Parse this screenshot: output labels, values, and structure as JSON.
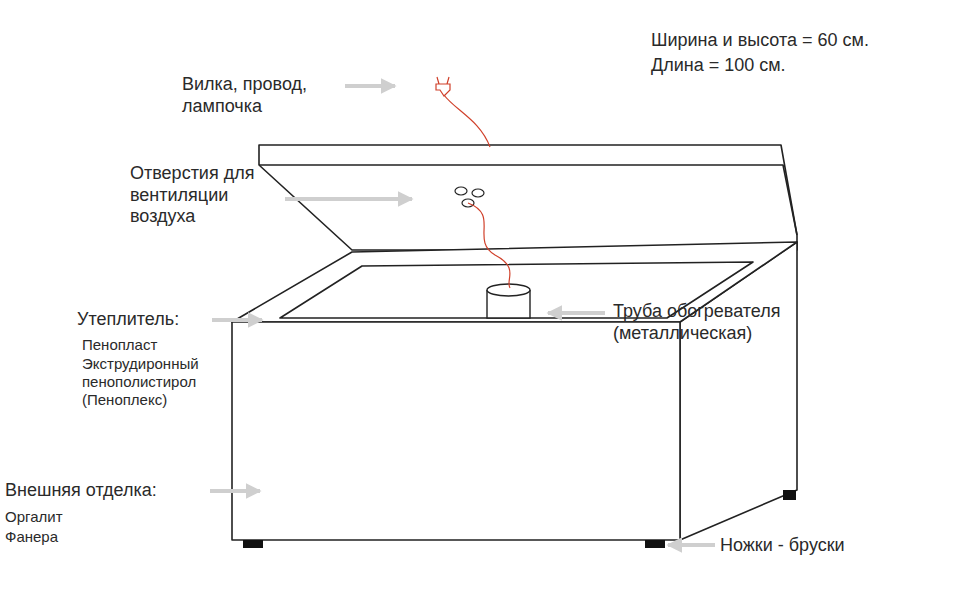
{
  "diagram": {
    "labels": [
      "Ширина и высота = 60 см.",
      "Длина = 100 см.",
      "Вилка, провод, лампочка",
      "Отверстия для вентиляции воздуха",
      "Утеплитель:",
      "Пенопласт",
      "Экструдиронный пенополистирол (Пеноплекс)",
      "Труба обогревателя (металлическая)",
      "Внешняя отделка:",
      "Оргалит",
      "Фанера",
      "Ножки - бруски"
    ]
  }
}
